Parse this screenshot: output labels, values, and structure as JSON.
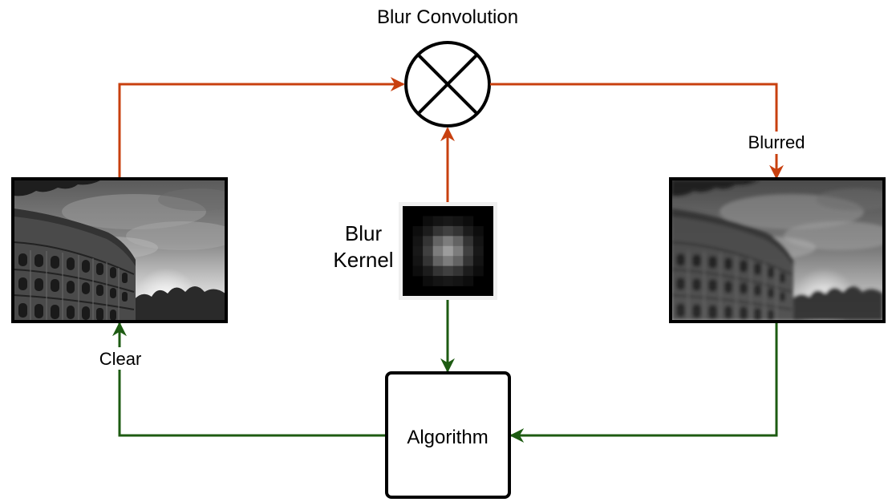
{
  "title": "Blur Convolution",
  "labels": {
    "blurred": "Blurred",
    "clear": "Clear",
    "kernel_line1": "Blur",
    "kernel_line2": "Kernel",
    "algorithm": "Algorithm"
  },
  "nodes": {
    "convolution": {
      "icon": "circled-times-icon"
    },
    "clear_image": {
      "subject": "grayscale photo of the Colosseum"
    },
    "blurred_image": {
      "subject": "blurred grayscale photo of the Colosseum"
    },
    "kernel": {
      "subject": "blur kernel grid (bright center fading to dark)"
    }
  },
  "colors": {
    "forward_arrows": "#c8400f",
    "feedback_arrows": "#1d5b12",
    "outline": "#000000"
  }
}
